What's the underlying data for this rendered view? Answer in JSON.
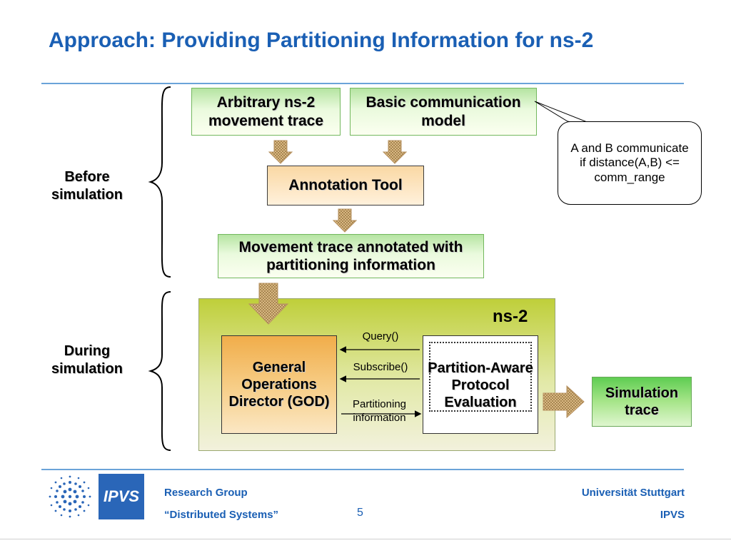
{
  "slide": {
    "title": "Approach: Providing Partitioning Information for ns-2",
    "page_number": "5"
  },
  "phases": {
    "before": "Before simulation",
    "during": "During simulation"
  },
  "boxes": {
    "arbitrary_trace": "Arbitrary ns-2 movement trace",
    "basic_comm_model": "Basic communication model",
    "annotation_tool": "Annotation Tool",
    "annotated_trace": "Movement trace annotated with partitioning information",
    "ns2_label": "ns-2",
    "god": "General Operations Director (GOD)",
    "partition_aware": "Partition-Aware Protocol Evaluation",
    "simulation_trace": "Simulation trace"
  },
  "callout": {
    "text": "A and B communicate if distance(A,B) <= comm_range"
  },
  "messages": {
    "query": "Query()",
    "subscribe": "Subscribe()",
    "partitioning_info": "Partitioning information"
  },
  "footer": {
    "research_group": "Research Group",
    "distributed_systems": "“Distributed Systems”",
    "university": "Universität Stuttgart",
    "ipvs": "IPVS",
    "logo_text": "IPVS"
  },
  "colors": {
    "title_blue": "#1a5fb4",
    "green_box": "#b5e4a2",
    "orange_box": "#fad8a4",
    "ns2_panel": "#bfcf3a"
  }
}
